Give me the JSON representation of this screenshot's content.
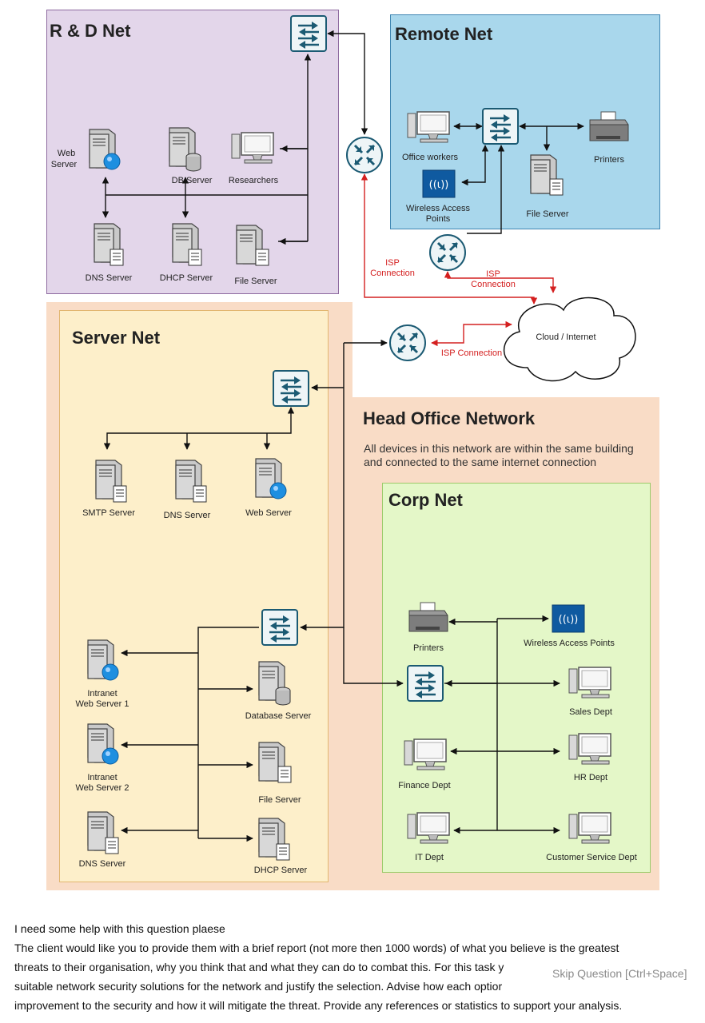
{
  "zones": {
    "rd": {
      "title": "R & D Net"
    },
    "remote": {
      "title": "Remote Net"
    },
    "server": {
      "title": "Server Net"
    },
    "head": {
      "title": "Head Office Network",
      "note_line1": "All devices in this network are within the same building",
      "note_line2": "and connected to the same internet connection"
    },
    "corp": {
      "title": "Corp Net"
    }
  },
  "rd": {
    "web_server": [
      "Web",
      "Server"
    ],
    "db_server": "DB Server",
    "researchers": "Researchers",
    "dns_server": "DNS Server",
    "dhcp_server": "DHCP Server",
    "file_server": "File Server"
  },
  "remote": {
    "office_workers": "Office workers",
    "printers": "Printers",
    "wireless": [
      "Wireless Access",
      "Points"
    ],
    "file_server": "File Server"
  },
  "internet": {
    "isp1": [
      "ISP",
      "Connection"
    ],
    "isp2": [
      "ISP",
      "Connection"
    ],
    "isp3": "ISP Connection",
    "cloud": "Cloud / Internet"
  },
  "server": {
    "smtp": "SMTP Server",
    "dns": "DNS Server",
    "web": "Web Server",
    "intranet1": [
      "Intranet",
      "Web Server 1"
    ],
    "intranet2": [
      "Intranet",
      "Web Server 2"
    ],
    "dns2": "DNS Server",
    "database": "Database Server",
    "file": "File Server",
    "dhcp": "DHCP Server"
  },
  "corp": {
    "printers": "Printers",
    "wireless": "Wireless Access Points",
    "sales": "Sales Dept",
    "finance": "Finance Dept",
    "hr": "HR Dept",
    "it": "IT Dept",
    "customer": "Customer Service Dept"
  },
  "question": {
    "line1": "I need some help with this question plaese",
    "line2": "The client would like you to provide them with a brief report (not more then 1000 words) of what you believe is the greatest",
    "line3": "threats to their organisation, why you think that and what they can do to combat this. For this task y",
    "line4": "suitable network security solutions for the network and justify the selection. Advise how each optior",
    "line5": "improvement to the security and how it will mitigate the threat. Provide any references or statistics to support your analysis."
  },
  "skip_button": "Skip Question [Ctrl+Space]",
  "colors": {
    "rd_bg": "#e3d6ea",
    "remote_bg": "#a9d7ec",
    "head_bg": "#f9dcc6",
    "server_bg": "#fdefca",
    "corp_bg": "#e4f7c8",
    "isp_red": "#d42020",
    "switch_fill": "#eef5f7",
    "switch_stroke": "#1b5a73"
  }
}
